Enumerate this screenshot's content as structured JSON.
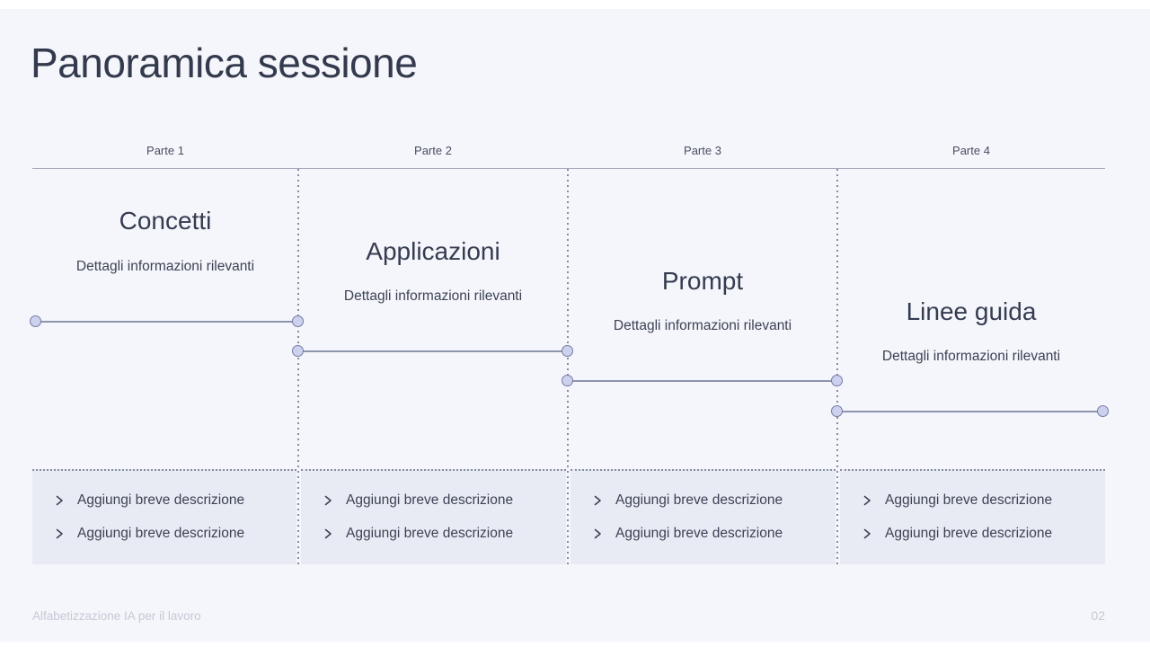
{
  "colors": {
    "slide_bg": "#f5f6fb",
    "panel_bg": "#e9ebf4",
    "title_text": "#333a4d",
    "heading_text": "#353c50",
    "body_text": "#3c4254",
    "label_text": "#484e61",
    "rule_solid": "#a6aaba",
    "rule_dotted": "#878da0",
    "timeline_line": "#8f94ae",
    "dot_fill": "#cdd1ee",
    "dot_stroke": "#747ba6",
    "footer_text": "#c5c8d6"
  },
  "slide": {
    "title": "Panoramica sessione",
    "columns": [
      {
        "part_label": "Parte 1",
        "heading": "Concetti",
        "subtitle": "Dettagli informazioni rilevanti",
        "items": [
          "Aggiungi breve descrizione",
          "Aggiungi breve descrizione"
        ]
      },
      {
        "part_label": "Parte 2",
        "heading": "Applicazioni",
        "subtitle": "Dettagli informazioni rilevanti",
        "items": [
          "Aggiungi breve descrizione",
          "Aggiungi breve descrizione"
        ]
      },
      {
        "part_label": "Parte 3",
        "heading": "Prompt",
        "subtitle": "Dettagli informazioni rilevanti",
        "items": [
          "Aggiungi breve descrizione",
          "Aggiungi breve descrizione"
        ]
      },
      {
        "part_label": "Parte 4",
        "heading": "Linee guida",
        "subtitle": "Dettagli informazioni rilevanti",
        "items": [
          "Aggiungi breve descrizione",
          "Aggiungi breve descrizione"
        ]
      }
    ],
    "footer": {
      "left_text": "Alfabetizzazione IA per il lavoro",
      "page_number": "02"
    }
  }
}
